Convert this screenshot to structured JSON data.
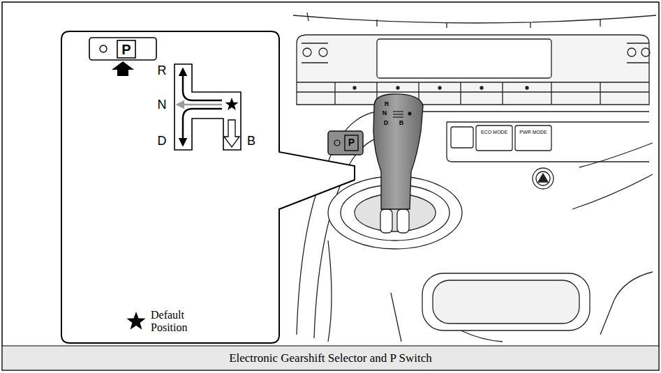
{
  "diagram": {
    "caption": "Electronic Gearshift Selector and P Switch",
    "labels": [
      "P",
      "R",
      "N",
      "D",
      "B",
      "Default Position",
      "R",
      "N",
      "D",
      "B",
      "P",
      "ECO MODE",
      "PWR MODE"
    ]
  }
}
